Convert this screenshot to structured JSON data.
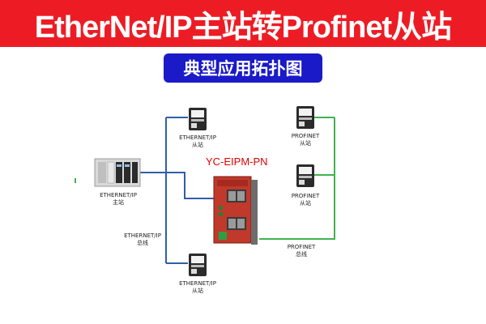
{
  "header": {
    "title": "EtherNet/IP主站转Profinet从站"
  },
  "subtitle": "典型应用拓扑图",
  "model": "YC-EIPM-PN",
  "colors": {
    "title_bg": "#ed1c24",
    "subtitle_bg": "#1a1ac8",
    "ethernet_line": "#2f5fa8",
    "profinet_line": "#3fb34f",
    "model_text": "#e00000"
  },
  "labels": {
    "eip_slave_top": [
      "ETHERNET/IP",
      "从站"
    ],
    "eip_master": [
      "ETHERNET/IP",
      "主站"
    ],
    "eip_bus": [
      "ETHERNET/IP",
      "总线"
    ],
    "eip_slave_bottom": [
      "ETHERNET/IP",
      "从站"
    ],
    "pn_top": [
      "PROFINET",
      "从站"
    ],
    "pn_mid": [
      "PROFINET",
      "从站"
    ],
    "pn_bus": [
      "PROFINET",
      "总线"
    ]
  }
}
